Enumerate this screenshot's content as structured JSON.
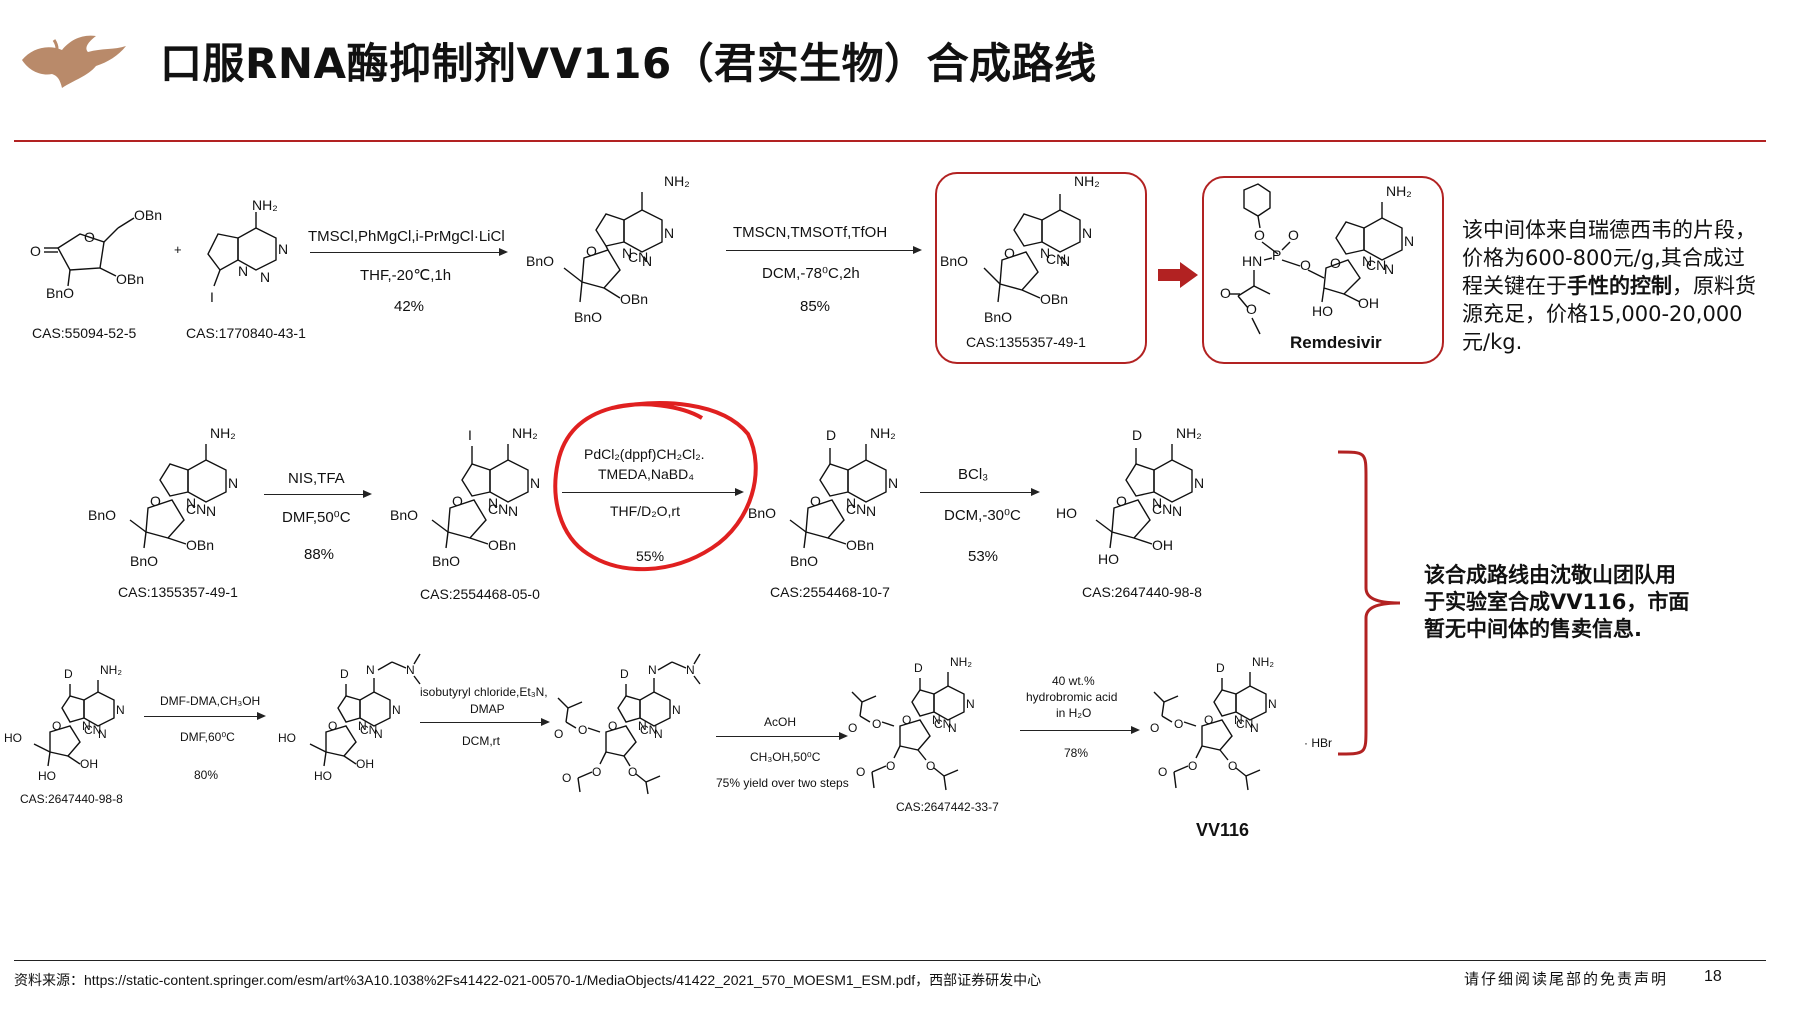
{
  "title": "口服RNA酶抑制剂VV116（君实生物）合成路线",
  "row1": {
    "cas_a": "CAS:55094-52-5",
    "plus": "+",
    "cas_b": "CAS:1770840-43-1",
    "step1": {
      "reagent": "TMSCl,PhMgCl,i-PrMgCl·LiCl",
      "cond": "THF,-20℃,1h",
      "yield": "42%"
    },
    "step2": {
      "reagent": "TMSCN,TMSOTf,TfOH",
      "cond": "DCM,-78⁰C,2h",
      "yield": "85%"
    },
    "cas_c": "CAS:1355357-49-1",
    "remdesivir": "Remdesivir",
    "note_pre": "该中间体来自瑞德西韦的片段，价格为600-800元/g,其合成过程关键在于",
    "note_bold": "手性的控制",
    "note_post": "，原料货源充足，价格15,000-20,000元/kg."
  },
  "row2": {
    "cas_1": "CAS:1355357-49-1",
    "step1": {
      "reagent": "NIS,TFA",
      "cond": "DMF,50⁰C",
      "yield": "88%"
    },
    "cas_2": "CAS:2554468-05-0",
    "step2": {
      "reagent_1": "PdCl₂(dppf)CH₂Cl₂.",
      "reagent_2": "TMEDA,NaBD₄",
      "cond": "THF/D₂O,rt",
      "yield": "55%"
    },
    "cas_3": "CAS:2554468-10-7",
    "step3": {
      "reagent": "BCl₃",
      "cond": "DCM,-30⁰C",
      "yield": "53%"
    },
    "cas_4": "CAS:2647440-98-8"
  },
  "row3": {
    "cas_1": "CAS:2647440-98-8",
    "step1": {
      "reagent": "DMF-DMA,CH₃OH",
      "cond": "DMF,60⁰C",
      "yield": "80%"
    },
    "step2": {
      "reagent_1": "isobutyryl chloride,Et₃N,",
      "reagent_2": "DMAP",
      "cond": "DCM,rt"
    },
    "step3": {
      "reagent": "AcOH",
      "cond": "CH₃OH,50⁰C",
      "yield": "75% yield over two steps"
    },
    "cas_2": "CAS:2647442-33-7",
    "step4": {
      "reagent_1": "40 wt.%",
      "reagent_2": "hydrobromic acid",
      "reagent_3": "in H₂O",
      "yield": "78%"
    },
    "salt": "· HBr",
    "product": "VV116"
  },
  "side_note": "该合成路线由沈敬山团队用于实验室合成VV116，市面暂无中间体的售卖信息.",
  "footer": {
    "source": "资料来源：https://static-content.springer.com/esm/art%3A10.1038%2Fs41422-021-00570-1/MediaObjects/41422_2021_570_MOESM1_ESM.pdf，西部证券研发中心",
    "disclaimer": "请仔细阅读尾部的免责声明",
    "page": "18"
  },
  "colors": {
    "accent": "#b22222",
    "logo": "#b98a6a"
  }
}
